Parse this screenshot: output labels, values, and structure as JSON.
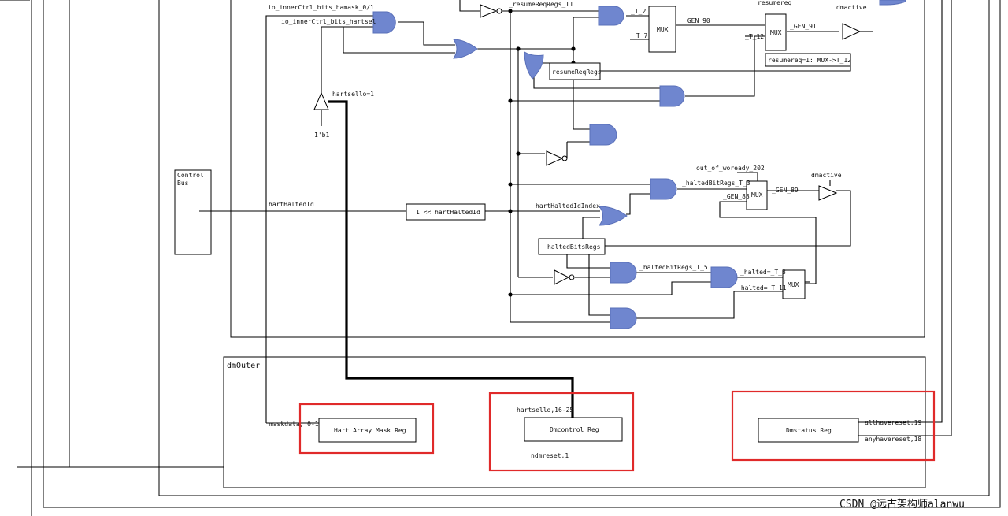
{
  "labels": {
    "io_hamask": "io_innerCtrl_bits_hamask_0/1",
    "io_hartsel": "io_innerCtrl_bits_hartsel",
    "resume_t1": "_resumeReqRegs_T1",
    "t2": "_T_2",
    "t7": "_T_7",
    "gen90": "_GEN_90",
    "t12": "_T_12",
    "resumereq": "resumereq",
    "gen91": "_GEN_91",
    "dmactive_top": "dmactive",
    "resume_note": "resumereq=1: MUX->T_12",
    "hartsello": "hartsello=1",
    "one_b1": "1'b1",
    "control_bus": "Control Bus",
    "hartHaltedId": "hartHaltedId",
    "shift": "1 << hartHaltedId",
    "hartHaltedIdIndex": "hartHaltedIdIndex",
    "out_of_woready": "out_of_woready_202",
    "halted_t3": "_haltedBitRegs_T_3",
    "gen88": "_GEN_88",
    "gen89": "_GEN_89",
    "dmactive_mid": "dmactive",
    "halted_t5": "_haltedBitRegs_T_5",
    "halted_t8": "_halted=_T_8",
    "halted_t11": "_halted=_T_11",
    "mux": "MUX",
    "resumeReqRegs": "resumeReqRegs",
    "haltedBitsRegs": "haltedBitsRegs",
    "dmOuter": "dmOuter",
    "maskdata": "maskdata, 0-1",
    "hart_array": "Hart Array Mask Reg",
    "hartsello_bits": "hartsello,16-25",
    "dmcontrol": "Dmcontrol Reg",
    "ndmreset": "ndmreset,1",
    "dmstatus": "Dmstatus Reg",
    "allhavereset": "allhavereset,19",
    "anyhavereset": "anyhavereset,18",
    "watermark": "CSDN @远古架构师alanwu"
  },
  "colors": {
    "gate_fill": "#6f86cf",
    "highlight": "#e02a2a"
  }
}
